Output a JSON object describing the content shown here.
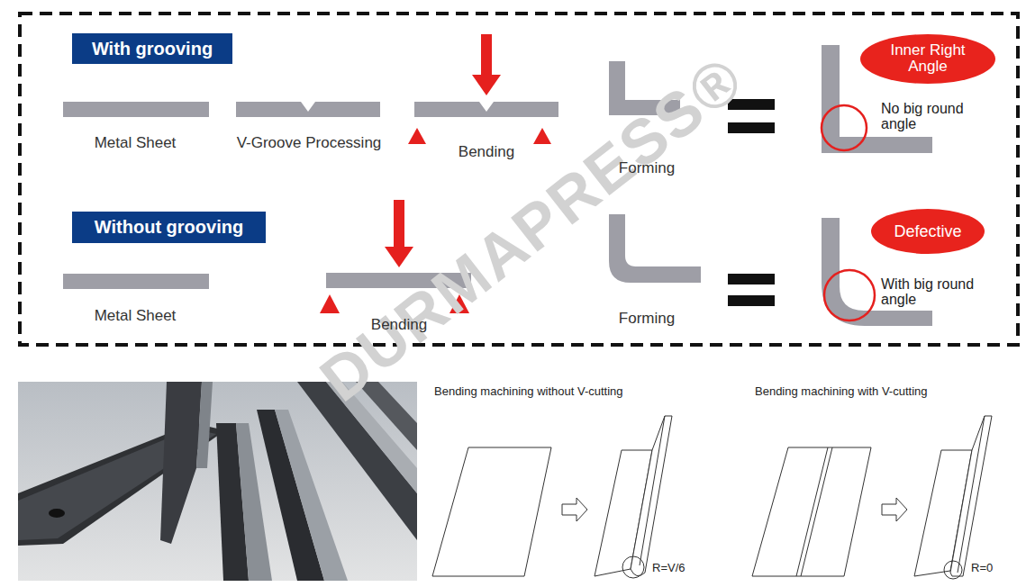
{
  "diagram": {
    "nodes": [
      {
        "text": [
          "With grooving"
        ]
      },
      {
        "text": [
          "Inner Right Angle"
        ]
      },
      {
        "text": [
          "Without grooving"
        ]
      },
      {
        "text": [
          "Defective"
        ]
      }
    ],
    "labels": [
      "Metal Sheet",
      "V-Groove Processing",
      "Bending",
      "Forming",
      "No big round angle",
      "Metal Sheet",
      "Bending",
      "Forming",
      "With big round angle",
      "DURMAPRESS®",
      "Bending machining without V-cutting",
      "R=V/6",
      "Bending machining with V-cutting",
      "R=0"
    ]
  }
}
